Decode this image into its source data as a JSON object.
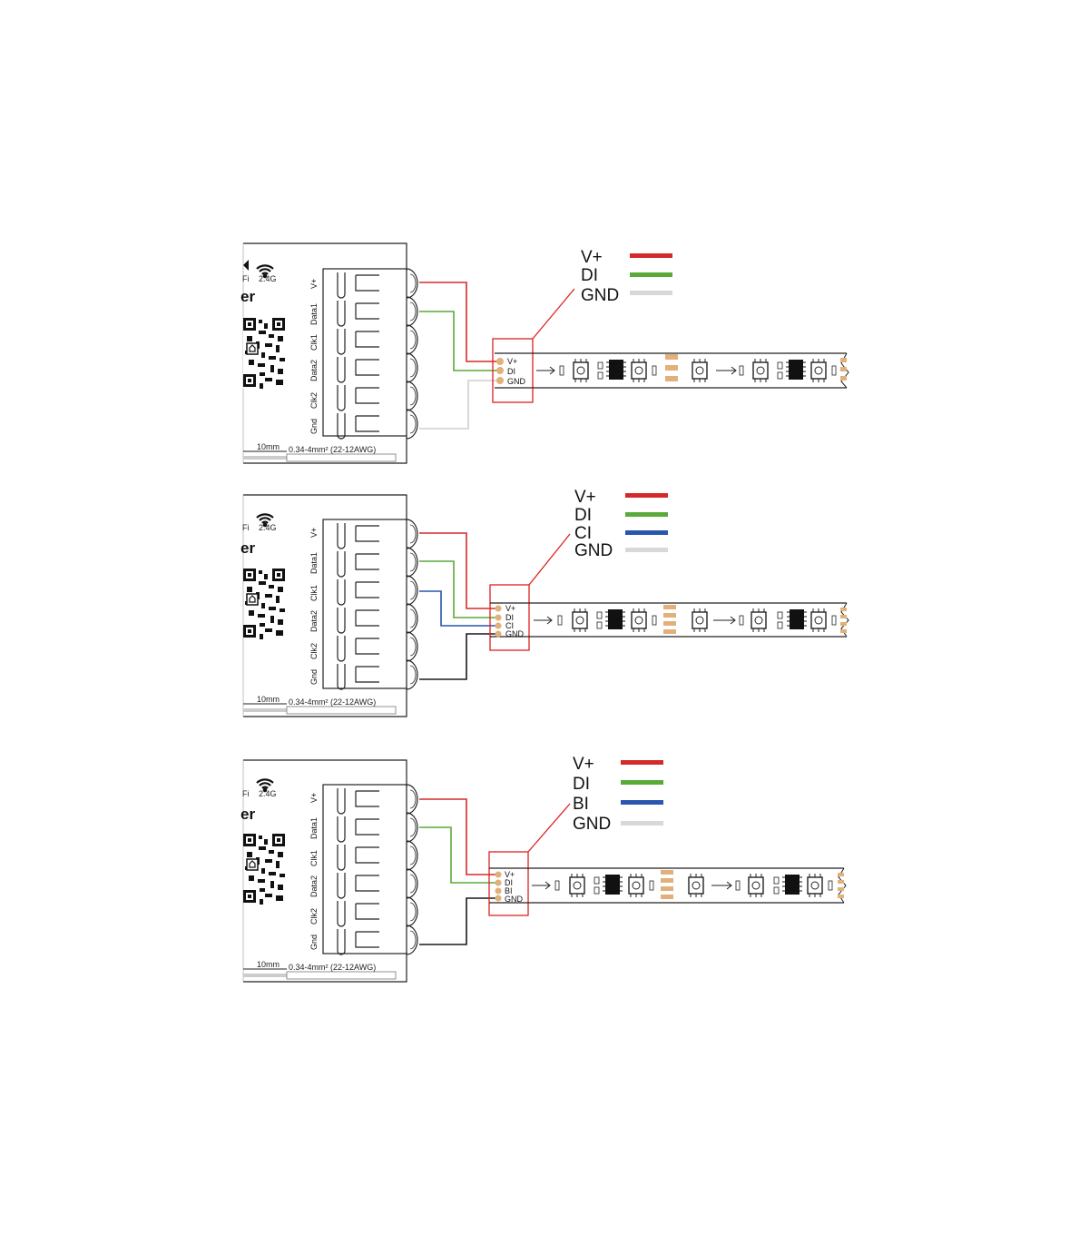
{
  "title": "LED controller to addressable LED strip wiring diagrams",
  "colors": {
    "vplus": "#d42a2a",
    "data": "#5aaa3a",
    "clock": "#2a55b0",
    "gnd_legend": "#d8d8d8",
    "gnd_wire_light": "#cfcfcf",
    "gnd_wire_dark": "#1a1a1a",
    "highlight": "#e02020",
    "pad": "#e2b07a"
  },
  "controller": {
    "band_label": "2.4G",
    "wifi_fragment": "Fi",
    "name_fragment": "er",
    "wire_length": "10mm",
    "wire_gauge": "0.34-4mm² (22-12AWG)",
    "terminals": [
      "V+",
      "Data1",
      "Clk1",
      "Data2",
      "Clk2",
      "Gnd"
    ]
  },
  "diagrams": [
    {
      "id": "three-wire-spi",
      "legend": [
        {
          "label": "V+",
          "color": "#d42a2a"
        },
        {
          "label": "DI",
          "color": "#5aaa3a"
        },
        {
          "label": "GND",
          "color": "#d8d8d8"
        }
      ],
      "strip_pins": [
        "V+",
        "DI",
        "GND"
      ]
    },
    {
      "id": "four-wire-spi-clock",
      "legend": [
        {
          "label": "V+",
          "color": "#d42a2a"
        },
        {
          "label": "DI",
          "color": "#5aaa3a"
        },
        {
          "label": "CI",
          "color": "#2a55b0"
        },
        {
          "label": "GND",
          "color": "#d8d8d8"
        }
      ],
      "strip_pins": [
        "V+",
        "DI",
        "CI",
        "GND"
      ]
    },
    {
      "id": "four-wire-spi-backup",
      "legend": [
        {
          "label": "V+",
          "color": "#d42a2a"
        },
        {
          "label": "DI",
          "color": "#5aaa3a"
        },
        {
          "label": "BI",
          "color": "#2a55b0"
        },
        {
          "label": "GND",
          "color": "#d8d8d8"
        }
      ],
      "strip_pins": [
        "V+",
        "DI",
        "BI",
        "GND"
      ]
    }
  ]
}
